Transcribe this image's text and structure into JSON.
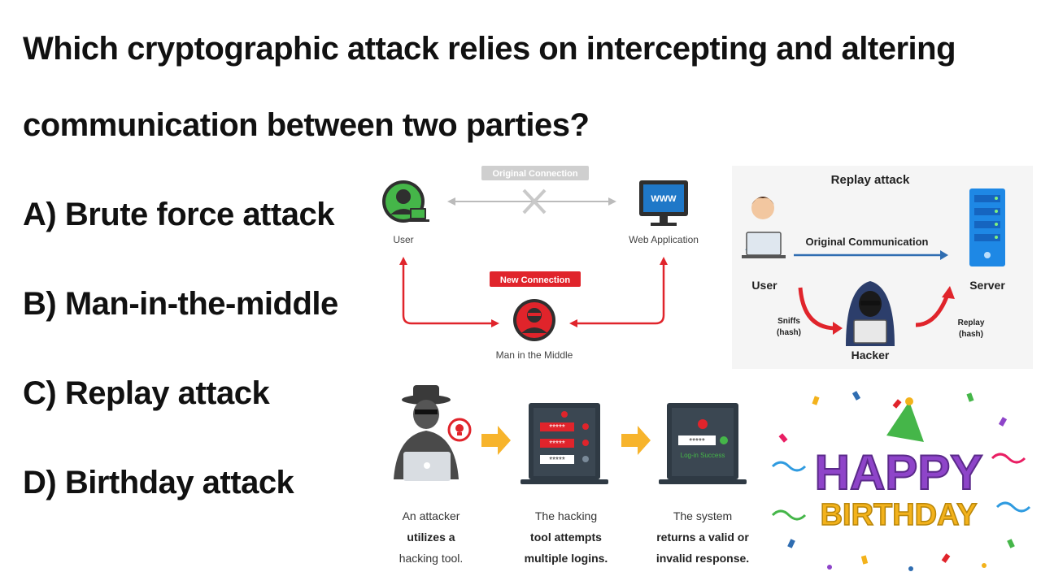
{
  "question": {
    "line1": "Which cryptographic attack relies on intercepting and altering",
    "line2": "communication between two parties?"
  },
  "options": [
    {
      "label": "A) Brute force attack"
    },
    {
      "label": "B) Man-in-the-middle"
    },
    {
      "label": "C) Replay attack"
    },
    {
      "label": "D) Birthday attack"
    }
  ],
  "mitm": {
    "original_connection": "Original Connection",
    "new_connection": "New Connection",
    "user_label": "User",
    "web_app_label": "Web Application",
    "web_app_screen": "WWW",
    "attacker_label": "Man in the Middle"
  },
  "replay": {
    "title": "Replay attack",
    "original_communication": "Original Communication",
    "user_label": "User",
    "server_label": "Server",
    "hacker_label": "Hacker",
    "sniffs_line1": "Sniffs",
    "sniffs_line2": "(hash)",
    "replay_line1": "Replay",
    "replay_line2": "(hash)"
  },
  "bruteforce": {
    "step1_line1": "An attacker",
    "step1_line2": "utilizes a",
    "step1_line3": "hacking tool.",
    "step2_line1": "The hacking",
    "step2_line2": "tool attempts",
    "step2_line3": "multiple logins.",
    "step3_line1": "The system",
    "step3_line2": "returns a valid or",
    "step3_line3": "invalid response.",
    "login_success": "Log-in Success",
    "password_mask": "*****"
  },
  "birthday": {
    "word1": "HAPPY",
    "word2": "BIRTHDAY"
  },
  "colors": {
    "red": "#e0242b",
    "grey_badge": "#cfcfcf",
    "blue_arrow": "#2f6db1",
    "orange_arrow": "#f7b42c",
    "purple": "#8e44c9",
    "gold": "#f3b21b"
  }
}
